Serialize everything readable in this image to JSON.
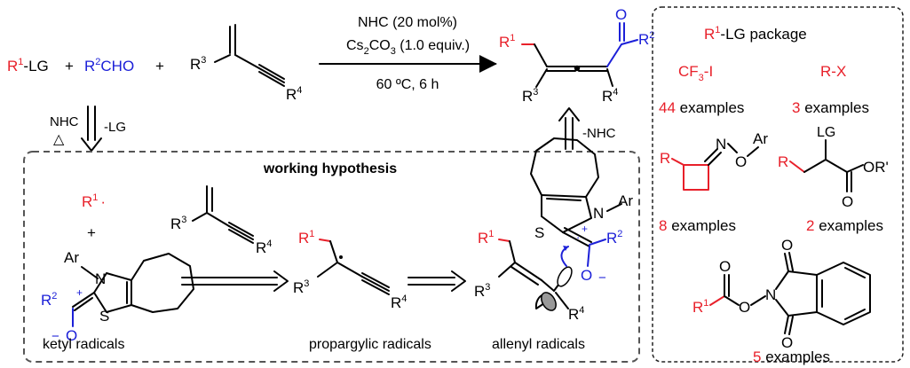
{
  "colors": {
    "red": "#e8202a",
    "blue": "#1c20d8",
    "black": "#000000"
  },
  "reaction": {
    "r1": "R",
    "r1_sup": "1",
    "lg": "-LG",
    "plus1": "+",
    "r2": "R",
    "r2_sup": "2",
    "cho": "CHO",
    "plus2": "+",
    "r3": "R",
    "r3_sup": "3",
    "r4": "R",
    "r4_sup": "4",
    "cond1": "NHC (20 mol%)",
    "cond2_a": "Cs",
    "cond2_b": "2",
    "cond2_c": "CO",
    "cond2_d": "3",
    "cond2_e": " (1.0 equiv.)",
    "cond3": "60 ºC, 6 h",
    "product": {
      "r1": "R",
      "r1_sup": "1",
      "r2": "R",
      "r2_sup": "2",
      "r3": "R",
      "r3_sup": "3",
      "r4": "R",
      "r4_sup": "4",
      "o": "O"
    },
    "left_arrow_labels": {
      "nhc": "NHC",
      "heat": "△",
      "lg": "-LG"
    },
    "right_arrow_label": "-NHC"
  },
  "hypothesis": {
    "title": "working hypothesis",
    "r1_radical": "R",
    "r1_radical_sup": "1",
    "r1_dot": "·",
    "plus": "+",
    "ar": "Ar",
    "n": "N",
    "s": "S",
    "r2": "R",
    "r2_sup": "2",
    "plus_sign": "+",
    "dot": "·",
    "o": "O",
    "minus": "−",
    "enyne_r3": "R",
    "enyne_r3_sup": "3",
    "enyne_r4": "R",
    "enyne_r4_sup": "4",
    "ketyl_label": "ketyl radicals",
    "propargylic_label": "propargylic radicals",
    "allenyl_label": "allenyl radicals"
  },
  "package": {
    "title_r": "R",
    "title_sup": "1",
    "title_rest": "-LG  package",
    "cf3i": "CF",
    "cf3i_sub": "3",
    "cf3i_rest": "-I",
    "rx": "R-X",
    "ex1_num": "44",
    "ex1_text": " examples",
    "ex2_num": "3",
    "ex2_text": " examples",
    "oxime_r": "R",
    "oxime_n": "N",
    "oxime_o": "O",
    "oxime_ar": "Ar",
    "ester_r": "R",
    "ester_lg": "LG",
    "ester_o": "O",
    "ester_or": "OR'",
    "ex3_num": "8",
    "ex3_text": " examples",
    "ex4_num": "2",
    "ex4_text": " examples",
    "nhpi_r": "R",
    "nhpi_sup": "1",
    "nhpi_o": "O",
    "nhpi_n": "N",
    "ex5_num": "5",
    "ex5_text": " examples"
  }
}
